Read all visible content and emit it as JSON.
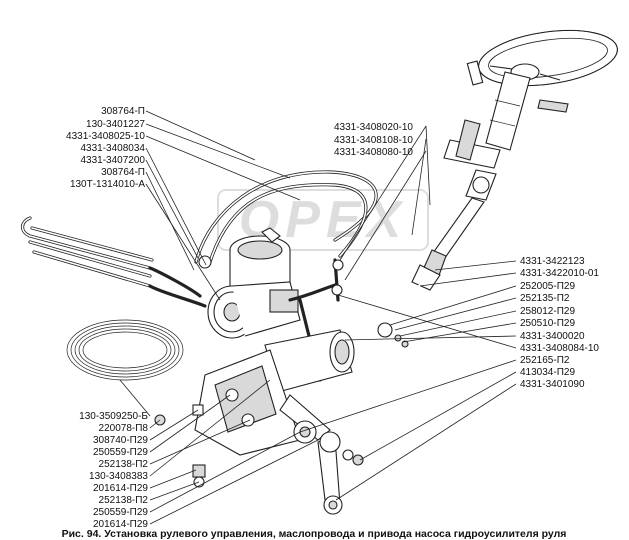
{
  "figure": {
    "caption": "Рис. 94. Установка рулевого управления, маслопровода и привода насоса гидроусилителя руля",
    "watermark": "OPEX"
  },
  "labels_left": [
    "308764-П",
    "130-3401227",
    "4331-3408025-10",
    "4331-3408034",
    "4331-3407200",
    "308764-П",
    "130Т-1314010-А"
  ],
  "labels_top": [
    "4331-3408020-10",
    "4331-3408108-10",
    "4331-3408080-10"
  ],
  "labels_right": [
    "4331-3422123",
    "4331-3422010-01",
    "252005-П29",
    "252135-П2",
    "258012-П29",
    "250510-П29",
    "4331-3400020",
    "4331-3408084-10",
    "252165-П2",
    "413034-П29",
    "4331-3401090"
  ],
  "labels_bottom_left": [
    "130-3509250-Б",
    "220078-П8",
    "308740-П29",
    "250559-П29",
    "252138-П2",
    "130-3408383",
    "201614-П29",
    "252138-П2",
    "250559-П29",
    "201614-П29"
  ]
}
